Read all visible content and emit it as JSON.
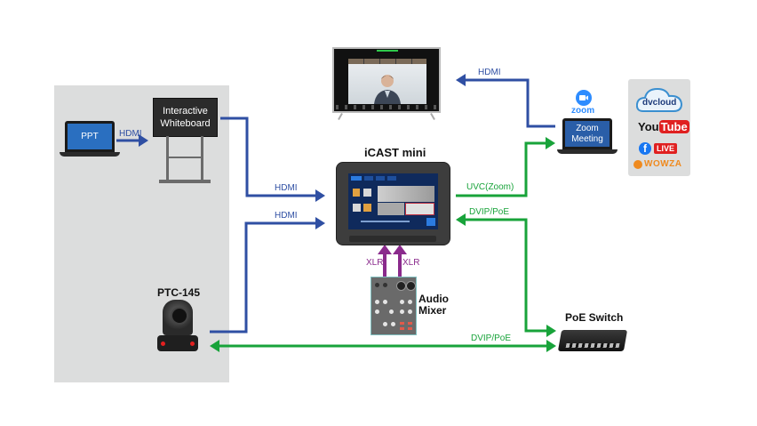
{
  "diagram": {
    "colors": {
      "hdmi": "#2f4fa3",
      "network": "#18a33a",
      "audio": "#8a2a8c",
      "panel": "#dcdddd"
    },
    "nodes": {
      "laptop_ppt": {
        "screen_text": "PPT",
        "icon": "laptop-icon"
      },
      "whiteboard": {
        "line1": "Interactive",
        "line2": "Whiteboard",
        "icon": "whiteboard-icon"
      },
      "tv": {
        "icon": "tv-display-icon"
      },
      "icast": {
        "title": "iCAST mini",
        "icon": "icast-mini-device-icon"
      },
      "zoom_laptop": {
        "logo_text": "zoom",
        "line1": "Zoom",
        "line2": "Meeting",
        "icon": "laptop-icon"
      },
      "audio_mixer": {
        "line1": "Audio",
        "line2": "Mixer",
        "icon": "audio-mixer-icon"
      },
      "camera": {
        "title": "PTC-145",
        "icon": "ptz-camera-icon"
      },
      "poe_switch": {
        "title": "PoE Switch",
        "icon": "network-switch-icon"
      },
      "streaming": {
        "dvcloud": "dvcloud",
        "youtube_you": "You",
        "youtube_tube": "Tube",
        "facebook_f": "f",
        "facebook_live": "LIVE",
        "wowza": "WOWZA"
      }
    },
    "connections": [
      {
        "from": "laptop_ppt",
        "to": "whiteboard",
        "label": "HDMI",
        "type": "hdmi"
      },
      {
        "from": "whiteboard",
        "to": "icast",
        "label": "HDMI",
        "type": "hdmi"
      },
      {
        "from": "camera",
        "to": "icast",
        "label": "HDMI",
        "type": "hdmi"
      },
      {
        "from": "zoom_laptop",
        "to": "tv",
        "label": "HDMI",
        "type": "hdmi"
      },
      {
        "from": "icast",
        "to": "zoom_laptop",
        "label": "UVC(Zoom)",
        "type": "network"
      },
      {
        "from": "poe_switch",
        "to": "icast",
        "label": "DVIP/PoE",
        "type": "network"
      },
      {
        "from": "camera",
        "to": "poe_switch",
        "label": "DVIP/PoE",
        "type": "network",
        "bidirectional": true
      },
      {
        "from": "audio_mixer",
        "to": "icast",
        "label": "XLR",
        "type": "audio"
      },
      {
        "from": "audio_mixer",
        "to": "icast",
        "label": "XLR",
        "type": "audio"
      }
    ]
  }
}
